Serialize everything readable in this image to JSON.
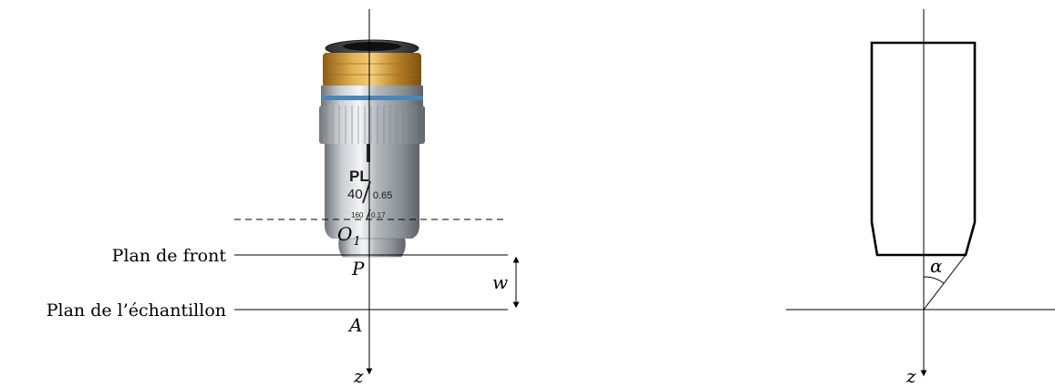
{
  "left_figure": {
    "front_plane_label": "Plan de front",
    "sample_plane_label": "Plan de l’échantillon",
    "point_O": "O",
    "point_O_subscript": "1",
    "point_P": "P",
    "point_A": "A",
    "distance_label": "w",
    "axis_label": "z",
    "objective_markings": {
      "line1": "PL",
      "magnification": "40",
      "aperture": "0.65",
      "tube_length": "160",
      "coverslip": "0.17"
    }
  },
  "right_figure": {
    "angle_label": "α",
    "axis_label": "z"
  },
  "colors": {
    "line": "#000000",
    "brass": "#c8962e",
    "blue_ring": "#4a86b8",
    "metal": "#b9bdc2"
  }
}
